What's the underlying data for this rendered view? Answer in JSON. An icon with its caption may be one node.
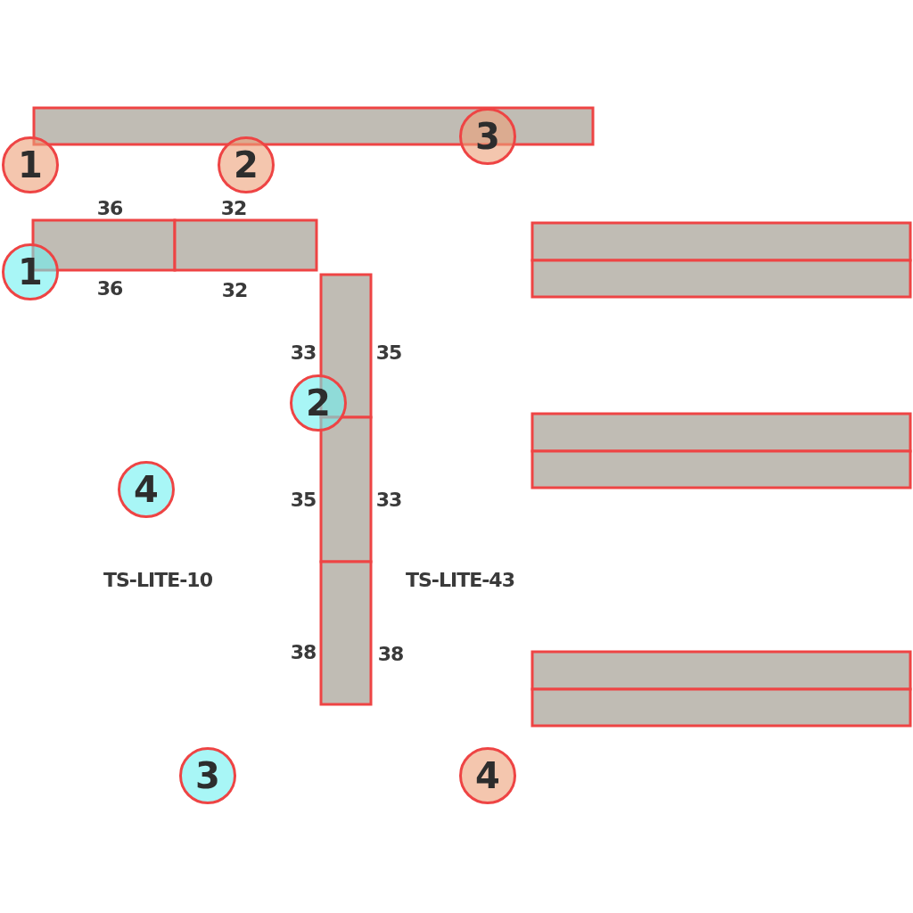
{
  "diagram": {
    "nodes": [
      {
        "text": [
          "3"
        ]
      },
      {
        "text": [
          "1"
        ]
      },
      {
        "text": [
          "2"
        ]
      },
      {
        "text": [
          "1"
        ]
      },
      {
        "text": [
          "2"
        ]
      },
      {
        "text": [
          "4"
        ]
      },
      {
        "text": [
          "3"
        ]
      },
      {
        "text": [
          "4"
        ]
      }
    ],
    "edges": [],
    "labels": [
      "36",
      "32",
      "36",
      "32",
      "33",
      "35",
      "35",
      "33",
      "TS-LITE-10",
      "TS-LITE-43",
      "38",
      "38"
    ]
  }
}
